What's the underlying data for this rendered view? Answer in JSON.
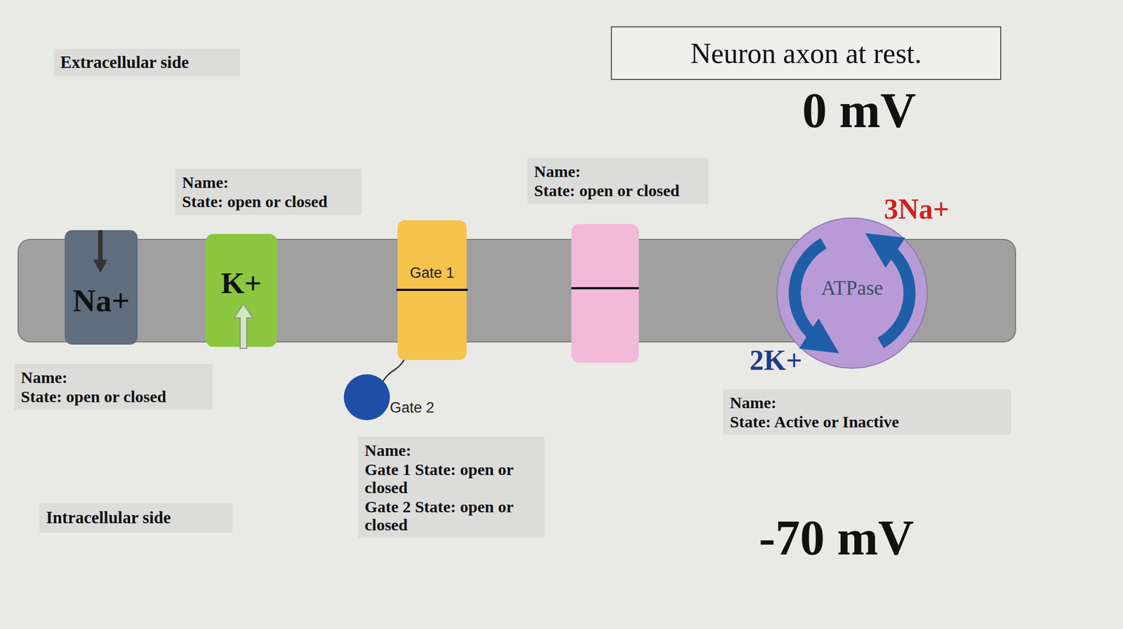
{
  "diagram": {
    "title": "Neuron axon at rest.",
    "nodes": [
      {
        "text": [
          "Extracellular side"
        ]
      },
      {
        "text": [
          "Neuron axon at rest."
        ]
      },
      {
        "text": [
          "Name:",
          "State: open or closed"
        ]
      },
      {
        "text": [
          "Name:",
          "State: open or closed"
        ]
      },
      {
        "text": [
          "Na+"
        ]
      },
      {
        "text": [
          "K+"
        ]
      },
      {
        "text": [
          "Gate 1"
        ]
      },
      {
        "text": [
          "ATPase"
        ]
      },
      {
        "text": [
          "Name:",
          "State: open or closed"
        ]
      },
      {
        "text": [
          "Gate 2"
        ]
      },
      {
        "text": [
          "Name:",
          "Gate 1 State: open or closed",
          "Gate 2 State: open or closed"
        ]
      },
      {
        "text": [
          "Name:",
          "State: Active or Inactive"
        ]
      },
      {
        "text": [
          "Intracellular side"
        ]
      }
    ],
    "edges": [
      {
        "from": 6,
        "to": 9,
        "arrow": "none"
      }
    ],
    "labels": [
      "0 mV",
      "3Na+",
      "2K+",
      "-70 mV"
    ]
  }
}
